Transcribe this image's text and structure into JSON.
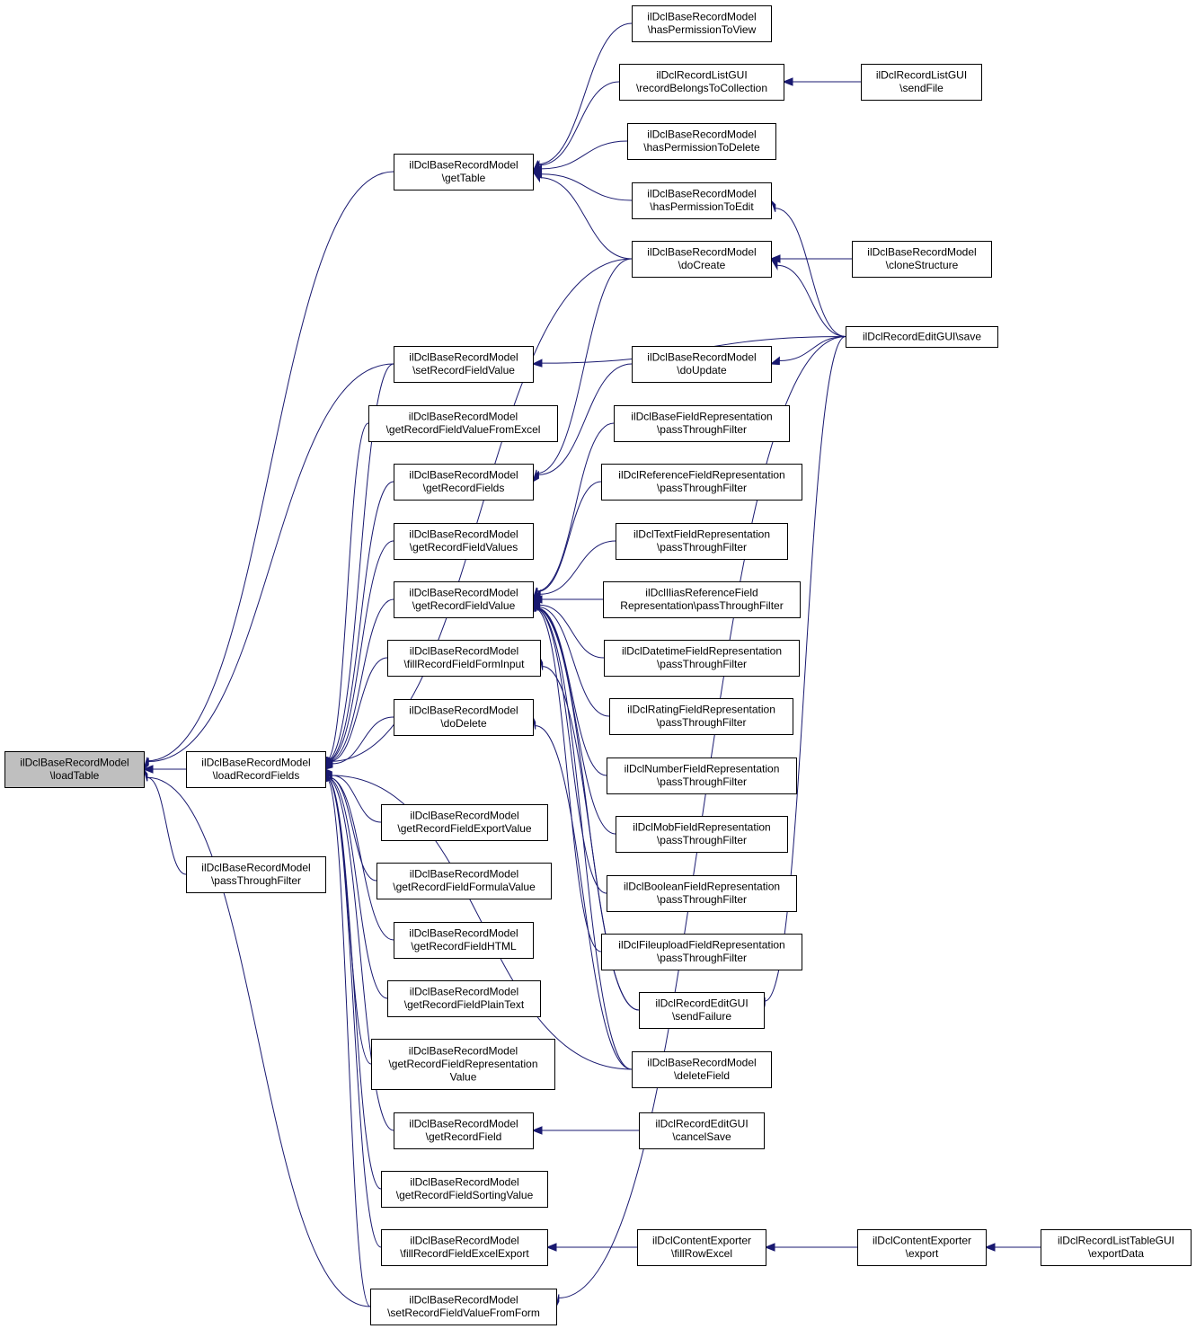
{
  "colors": {
    "edge": "#191970",
    "root_fill": "#bfbfbf",
    "node_fill": "#ffffff",
    "border": "#000000"
  },
  "nodes": [
    {
      "id": "loadTable",
      "lines": [
        "ilDclBaseRecordModel",
        "\\loadTable"
      ],
      "root": true
    },
    {
      "id": "loadRecordFields",
      "lines": [
        "ilDclBaseRecordModel",
        "\\loadRecordFields"
      ]
    },
    {
      "id": "ptfModel",
      "lines": [
        "ilDclBaseRecordModel",
        "\\passThroughFilter"
      ]
    },
    {
      "id": "getTable",
      "lines": [
        "ilDclBaseRecordModel",
        "\\getTable"
      ]
    },
    {
      "id": "setRecordFieldValue",
      "lines": [
        "ilDclBaseRecordModel",
        "\\setRecordFieldValue"
      ]
    },
    {
      "id": "getRFVFromExcel",
      "lines": [
        "ilDclBaseRecordModel",
        "\\getRecordFieldValueFromExcel"
      ]
    },
    {
      "id": "getRecordFields",
      "lines": [
        "ilDclBaseRecordModel",
        "\\getRecordFields"
      ]
    },
    {
      "id": "getRecordFieldValues",
      "lines": [
        "ilDclBaseRecordModel",
        "\\getRecordFieldValues"
      ]
    },
    {
      "id": "getRecordFieldValue",
      "lines": [
        "ilDclBaseRecordModel",
        "\\getRecordFieldValue"
      ]
    },
    {
      "id": "fillRecordFieldFormInput",
      "lines": [
        "ilDclBaseRecordModel",
        "\\fillRecordFieldFormInput"
      ]
    },
    {
      "id": "doDelete",
      "lines": [
        "ilDclBaseRecordModel",
        "\\doDelete"
      ]
    },
    {
      "id": "getRFExportValue",
      "lines": [
        "ilDclBaseRecordModel",
        "\\getRecordFieldExportValue"
      ]
    },
    {
      "id": "getRFFormulaValue",
      "lines": [
        "ilDclBaseRecordModel",
        "\\getRecordFieldFormulaValue"
      ]
    },
    {
      "id": "getRFHTML",
      "lines": [
        "ilDclBaseRecordModel",
        "\\getRecordFieldHTML"
      ]
    },
    {
      "id": "getRFPlainText",
      "lines": [
        "ilDclBaseRecordModel",
        "\\getRecordFieldPlainText"
      ]
    },
    {
      "id": "getRFRepValue",
      "lines": [
        "ilDclBaseRecordModel",
        "\\getRecordFieldRepresentation",
        "Value"
      ]
    },
    {
      "id": "getRecordField",
      "lines": [
        "ilDclBaseRecordModel",
        "\\getRecordField"
      ]
    },
    {
      "id": "getRFSortingValue",
      "lines": [
        "ilDclBaseRecordModel",
        "\\getRecordFieldSortingValue"
      ]
    },
    {
      "id": "fillRFExcelExport",
      "lines": [
        "ilDclBaseRecordModel",
        "\\fillRecordFieldExcelExport"
      ]
    },
    {
      "id": "setRFValueFromForm",
      "lines": [
        "ilDclBaseRecordModel",
        "\\setRecordFieldValueFromForm"
      ]
    },
    {
      "id": "hasPermView",
      "lines": [
        "ilDclBaseRecordModel",
        "\\hasPermissionToView"
      ]
    },
    {
      "id": "recordBelongs",
      "lines": [
        "ilDclRecordListGUI",
        "\\recordBelongsToCollection"
      ]
    },
    {
      "id": "hasPermDelete",
      "lines": [
        "ilDclBaseRecordModel",
        "\\hasPermissionToDelete"
      ]
    },
    {
      "id": "hasPermEdit",
      "lines": [
        "ilDclBaseRecordModel",
        "\\hasPermissionToEdit"
      ]
    },
    {
      "id": "doCreate",
      "lines": [
        "ilDclBaseRecordModel",
        "\\doCreate"
      ]
    },
    {
      "id": "doUpdate",
      "lines": [
        "ilDclBaseRecordModel",
        "\\doUpdate"
      ]
    },
    {
      "id": "ptfBase",
      "lines": [
        "ilDclBaseFieldRepresentation",
        "\\passThroughFilter"
      ]
    },
    {
      "id": "ptfReference",
      "lines": [
        "ilDclReferenceFieldRepresentation",
        "\\passThroughFilter"
      ]
    },
    {
      "id": "ptfText",
      "lines": [
        "ilDclTextFieldRepresentation",
        "\\passThroughFilter"
      ]
    },
    {
      "id": "ptfIlias",
      "lines": [
        "ilDclIliasReferenceField",
        "Representation\\passThroughFilter"
      ]
    },
    {
      "id": "ptfDatetime",
      "lines": [
        "ilDclDatetimeFieldRepresentation",
        "\\passThroughFilter"
      ]
    },
    {
      "id": "ptfRating",
      "lines": [
        "ilDclRatingFieldRepresentation",
        "\\passThroughFilter"
      ]
    },
    {
      "id": "ptfNumber",
      "lines": [
        "ilDclNumberFieldRepresentation",
        "\\passThroughFilter"
      ]
    },
    {
      "id": "ptfMob",
      "lines": [
        "ilDclMobFieldRepresentation",
        "\\passThroughFilter"
      ]
    },
    {
      "id": "ptfBoolean",
      "lines": [
        "ilDclBooleanFieldRepresentation",
        "\\passThroughFilter"
      ]
    },
    {
      "id": "ptfFileupload",
      "lines": [
        "ilDclFileuploadFieldRepresentation",
        "\\passThroughFilter"
      ]
    },
    {
      "id": "sendFailure",
      "lines": [
        "ilDclRecordEditGUI",
        "\\sendFailure"
      ]
    },
    {
      "id": "deleteField",
      "lines": [
        "ilDclBaseRecordModel",
        "\\deleteField"
      ]
    },
    {
      "id": "cancelSave",
      "lines": [
        "ilDclRecordEditGUI",
        "\\cancelSave"
      ]
    },
    {
      "id": "fillRowExcel",
      "lines": [
        "ilDclContentExporter",
        "\\fillRowExcel"
      ]
    },
    {
      "id": "sendFile",
      "lines": [
        "ilDclRecordListGUI",
        "\\sendFile"
      ]
    },
    {
      "id": "cloneStructure",
      "lines": [
        "ilDclBaseRecordModel",
        "\\cloneStructure"
      ]
    },
    {
      "id": "save",
      "lines": [
        "ilDclRecordEditGUI\\save"
      ]
    },
    {
      "id": "export",
      "lines": [
        "ilDclContentExporter",
        "\\export"
      ]
    },
    {
      "id": "exportData",
      "lines": [
        "ilDclRecordListTableGUI",
        "\\exportData"
      ]
    }
  ],
  "edges": [
    [
      "loadRecordFields",
      "loadTable"
    ],
    [
      "ptfModel",
      "loadTable"
    ],
    [
      "getTable",
      "loadTable"
    ],
    [
      "setRecordFieldValue",
      "loadTable"
    ],
    [
      "setRFValueFromForm",
      "loadTable"
    ],
    [
      "doCreate",
      "loadRecordFields"
    ],
    [
      "setRecordFieldValue",
      "loadRecordFields"
    ],
    [
      "getRFVFromExcel",
      "loadRecordFields"
    ],
    [
      "getRecordFields",
      "loadRecordFields"
    ],
    [
      "getRecordFieldValues",
      "loadRecordFields"
    ],
    [
      "getRecordFieldValue",
      "loadRecordFields"
    ],
    [
      "fillRecordFieldFormInput",
      "loadRecordFields"
    ],
    [
      "doDelete",
      "loadRecordFields"
    ],
    [
      "getRFExportValue",
      "loadRecordFields"
    ],
    [
      "getRFFormulaValue",
      "loadRecordFields"
    ],
    [
      "getRFHTML",
      "loadRecordFields"
    ],
    [
      "getRFPlainText",
      "loadRecordFields"
    ],
    [
      "getRFRepValue",
      "loadRecordFields"
    ],
    [
      "getRecordField",
      "loadRecordFields"
    ],
    [
      "getRFSortingValue",
      "loadRecordFields"
    ],
    [
      "fillRFExcelExport",
      "loadRecordFields"
    ],
    [
      "setRFValueFromForm",
      "loadRecordFields"
    ],
    [
      "deleteField",
      "loadRecordFields"
    ],
    [
      "hasPermView",
      "getTable"
    ],
    [
      "recordBelongs",
      "getTable"
    ],
    [
      "hasPermDelete",
      "getTable"
    ],
    [
      "hasPermEdit",
      "getTable"
    ],
    [
      "doCreate",
      "getTable"
    ],
    [
      "save",
      "setRecordFieldValue"
    ],
    [
      "doCreate",
      "getRecordFields"
    ],
    [
      "doUpdate",
      "getRecordFields"
    ],
    [
      "ptfBase",
      "getRecordFieldValue"
    ],
    [
      "ptfReference",
      "getRecordFieldValue"
    ],
    [
      "ptfText",
      "getRecordFieldValue"
    ],
    [
      "ptfIlias",
      "getRecordFieldValue"
    ],
    [
      "ptfDatetime",
      "getRecordFieldValue"
    ],
    [
      "ptfRating",
      "getRecordFieldValue"
    ],
    [
      "ptfNumber",
      "getRecordFieldValue"
    ],
    [
      "ptfMob",
      "getRecordFieldValue"
    ],
    [
      "ptfBoolean",
      "getRecordFieldValue"
    ],
    [
      "ptfFileupload",
      "getRecordFieldValue"
    ],
    [
      "sendFailure",
      "getRecordFieldValue"
    ],
    [
      "deleteField",
      "getRecordFieldValue"
    ],
    [
      "sendFailure",
      "fillRecordFieldFormInput"
    ],
    [
      "deleteField",
      "doDelete"
    ],
    [
      "cancelSave",
      "getRecordField"
    ],
    [
      "fillRowExcel",
      "fillRFExcelExport"
    ],
    [
      "save",
      "setRFValueFromForm"
    ],
    [
      "sendFile",
      "recordBelongs"
    ],
    [
      "save",
      "hasPermEdit"
    ],
    [
      "cloneStructure",
      "doCreate"
    ],
    [
      "save",
      "doCreate"
    ],
    [
      "save",
      "doUpdate"
    ],
    [
      "save",
      "sendFailure"
    ],
    [
      "export",
      "fillRowExcel"
    ],
    [
      "exportData",
      "export"
    ]
  ]
}
